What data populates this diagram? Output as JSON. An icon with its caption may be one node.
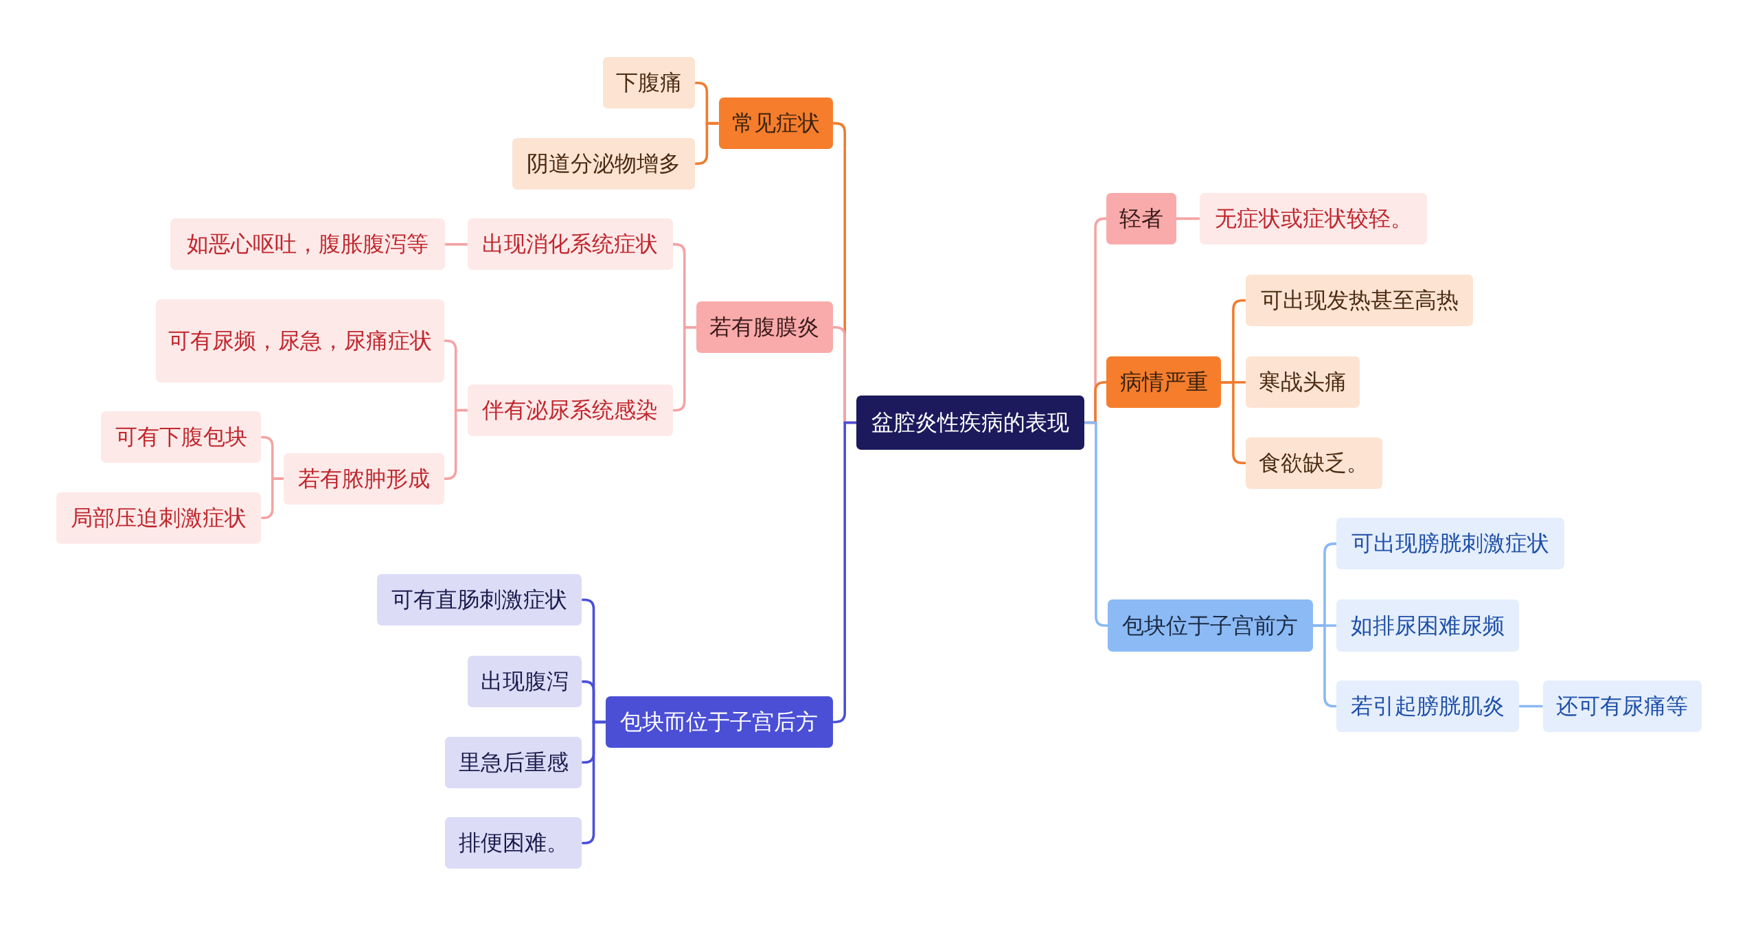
{
  "diagram": {
    "nodes": [
      {
        "text": [
          "盆腔炎性疾病的表现"
        ]
      },
      {
        "text": [
          "常见症状"
        ]
      },
      {
        "text": [
          "下腹痛"
        ]
      },
      {
        "text": [
          "阴道分泌物增多"
        ]
      },
      {
        "text": [
          "若有腹膜炎"
        ]
      },
      {
        "text": [
          "出现消化系统症状"
        ]
      },
      {
        "text": [
          "如恶心呕吐，腹胀腹泻等"
        ]
      },
      {
        "text": [
          "伴有泌尿系统感染"
        ]
      },
      {
        "text": [
          "可有尿频，尿急，尿痛症状"
        ]
      },
      {
        "text": [
          "若有脓肿形成"
        ]
      },
      {
        "text": [
          "可有下腹包块"
        ]
      },
      {
        "text": [
          "局部压迫刺激症状"
        ]
      },
      {
        "text": [
          "包块而位于子宫后方"
        ]
      },
      {
        "text": [
          "可有直肠刺激症状"
        ]
      },
      {
        "text": [
          "出现腹泻"
        ]
      },
      {
        "text": [
          "里急后重感"
        ]
      },
      {
        "text": [
          "排便困难。"
        ]
      },
      {
        "text": [
          "轻者"
        ]
      },
      {
        "text": [
          "无症状或症状较轻。"
        ]
      },
      {
        "text": [
          "病情严重"
        ]
      },
      {
        "text": [
          "可出现发热甚至高热"
        ]
      },
      {
        "text": [
          "寒战头痛"
        ]
      },
      {
        "text": [
          "食欲缺乏。"
        ]
      },
      {
        "text": [
          "包块位于子宫前方"
        ]
      },
      {
        "text": [
          "可出现膀胱刺激症状"
        ]
      },
      {
        "text": [
          "如排尿困难尿频"
        ]
      },
      {
        "text": [
          "若引起膀胱肌炎"
        ]
      },
      {
        "text": [
          "还可有尿痛等"
        ]
      }
    ],
    "edges": [
      {
        "from": 0,
        "to": 1,
        "arrow": "none",
        "color": "#f07b2e"
      },
      {
        "from": 1,
        "to": 2,
        "arrow": "none",
        "color": "#f07b2e"
      },
      {
        "from": 1,
        "to": 3,
        "arrow": "none",
        "color": "#f07b2e"
      },
      {
        "from": 0,
        "to": 4,
        "arrow": "none",
        "color": "#f4a3a3"
      },
      {
        "from": 4,
        "to": 5,
        "arrow": "none",
        "color": "#f4a3a3"
      },
      {
        "from": 5,
        "to": 6,
        "arrow": "none",
        "color": "#f4a3a3"
      },
      {
        "from": 4,
        "to": 7,
        "arrow": "none",
        "color": "#f4a3a3"
      },
      {
        "from": 7,
        "to": 8,
        "arrow": "none",
        "color": "#f4a3a3"
      },
      {
        "from": 7,
        "to": 9,
        "arrow": "none",
        "color": "#f4a3a3"
      },
      {
        "from": 9,
        "to": 10,
        "arrow": "none",
        "color": "#f4a3a3"
      },
      {
        "from": 9,
        "to": 11,
        "arrow": "none",
        "color": "#f4a3a3"
      },
      {
        "from": 0,
        "to": 12,
        "arrow": "none",
        "color": "#4a4fd8"
      },
      {
        "from": 12,
        "to": 13,
        "arrow": "none",
        "color": "#4a4fd8"
      },
      {
        "from": 12,
        "to": 14,
        "arrow": "none",
        "color": "#4a4fd8"
      },
      {
        "from": 12,
        "to": 15,
        "arrow": "none",
        "color": "#4a4fd8"
      },
      {
        "from": 12,
        "to": 16,
        "arrow": "none",
        "color": "#4a4fd8"
      },
      {
        "from": 0,
        "to": 17,
        "arrow": "none",
        "color": "#f4a3a3"
      },
      {
        "from": 17,
        "to": 18,
        "arrow": "none",
        "color": "#f4a3a3"
      },
      {
        "from": 0,
        "to": 19,
        "arrow": "none",
        "color": "#f07b2e"
      },
      {
        "from": 19,
        "to": 20,
        "arrow": "none",
        "color": "#f07b2e"
      },
      {
        "from": 19,
        "to": 21,
        "arrow": "none",
        "color": "#f07b2e"
      },
      {
        "from": 19,
        "to": 22,
        "arrow": "none",
        "color": "#f07b2e"
      },
      {
        "from": 0,
        "to": 23,
        "arrow": "none",
        "color": "#8ab8f5"
      },
      {
        "from": 23,
        "to": 24,
        "arrow": "none",
        "color": "#8ab8f5"
      },
      {
        "from": 23,
        "to": 25,
        "arrow": "none",
        "color": "#8ab8f5"
      },
      {
        "from": 23,
        "to": 26,
        "arrow": "none",
        "color": "#8ab8f5"
      },
      {
        "from": 26,
        "to": 27,
        "arrow": "none",
        "color": "#8ab8f5"
      }
    ]
  }
}
